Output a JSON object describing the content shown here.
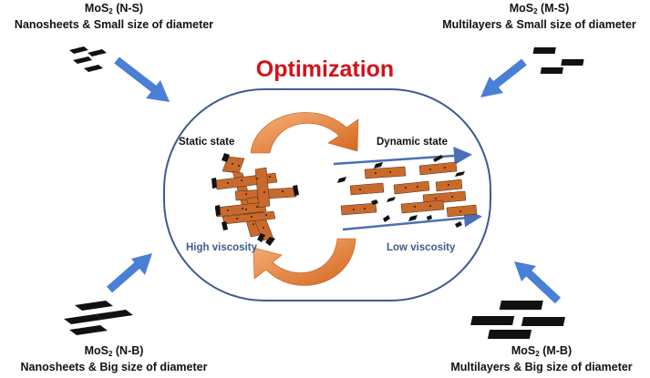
{
  "title": "Optimization",
  "corners": {
    "ns": {
      "formula": "MoS",
      "sub": "2",
      "code": "(N-S)",
      "desc": "Nanosheets & Small size of diameter"
    },
    "ms": {
      "formula": "MoS",
      "sub": "2",
      "code": "(M-S)",
      "desc": "Multilayers & Small size of diameter"
    },
    "nb": {
      "formula": "MoS",
      "sub": "2",
      "code": "(N-B)",
      "desc": "Nanosheets & Big size of diameter"
    },
    "mb": {
      "formula": "MoS",
      "sub": "2",
      "code": "(M-B)",
      "desc": "Multilayers & Big size of diameter"
    }
  },
  "states": {
    "static": "Static state",
    "dynamic": "Dynamic state",
    "high": "High viscosity",
    "low": "Low viscosity"
  },
  "colors": {
    "title": "#d1121b",
    "arrow_blue": "#4a7fd6",
    "cycle_orange": "#e07a2e",
    "particle": "#c96a2c",
    "frame": "#3f5a8c",
    "flake": "#111111"
  }
}
